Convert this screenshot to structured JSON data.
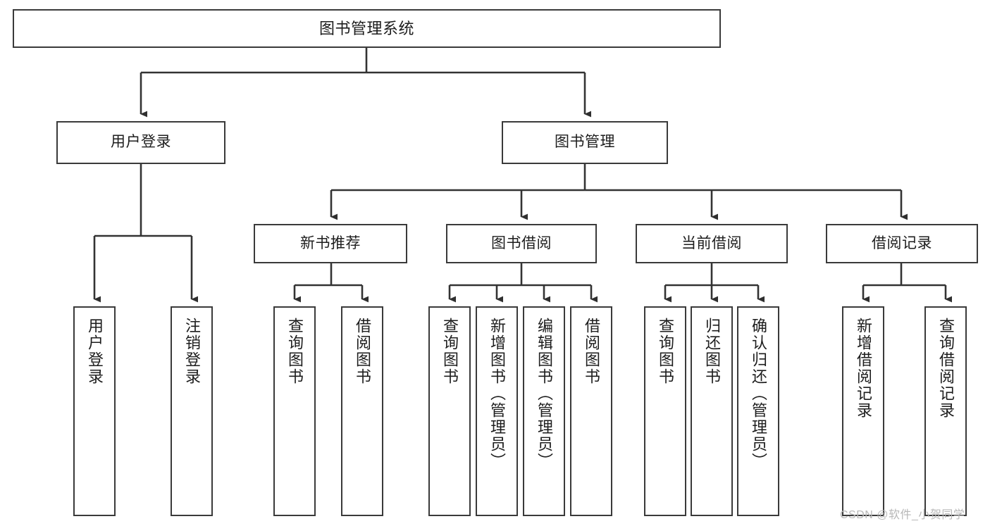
{
  "diagram": {
    "title": "图书管理系统",
    "type": "tree-hierarchy-diagram",
    "watermark": "CSDN @软件_小贺同学",
    "style": {
      "box_fill": "#ffffff",
      "box_stroke": "#3a3a3a",
      "connector_stroke": "#333333",
      "text_color": "#1d1d1d",
      "background": "#ffffff"
    },
    "root": {
      "label": "图书管理系统"
    },
    "level2": [
      {
        "label": "用户登录"
      },
      {
        "label": "图书管理"
      }
    ],
    "level3": [
      {
        "label": "新书推荐"
      },
      {
        "label": "图书借阅"
      },
      {
        "label": "当前借阅"
      },
      {
        "label": "借阅记录"
      }
    ],
    "leaves": {
      "user_login": [
        {
          "label": "用户登录"
        },
        {
          "label": "注销登录"
        }
      ],
      "new_book_recommend": [
        {
          "label": "查询图书"
        },
        {
          "label": "借阅图书"
        }
      ],
      "book_borrow": [
        {
          "label": "查询图书"
        },
        {
          "label": "新增图书（管理员）"
        },
        {
          "label": "编辑图书（管理员）"
        },
        {
          "label": "借阅图书"
        }
      ],
      "current_borrow": [
        {
          "label": "查询图书"
        },
        {
          "label": "归还图书"
        },
        {
          "label": "确认归还（管理员）"
        }
      ],
      "borrow_record": [
        {
          "label": "新增借阅记录"
        },
        {
          "label": "查询借阅记录"
        }
      ]
    }
  }
}
